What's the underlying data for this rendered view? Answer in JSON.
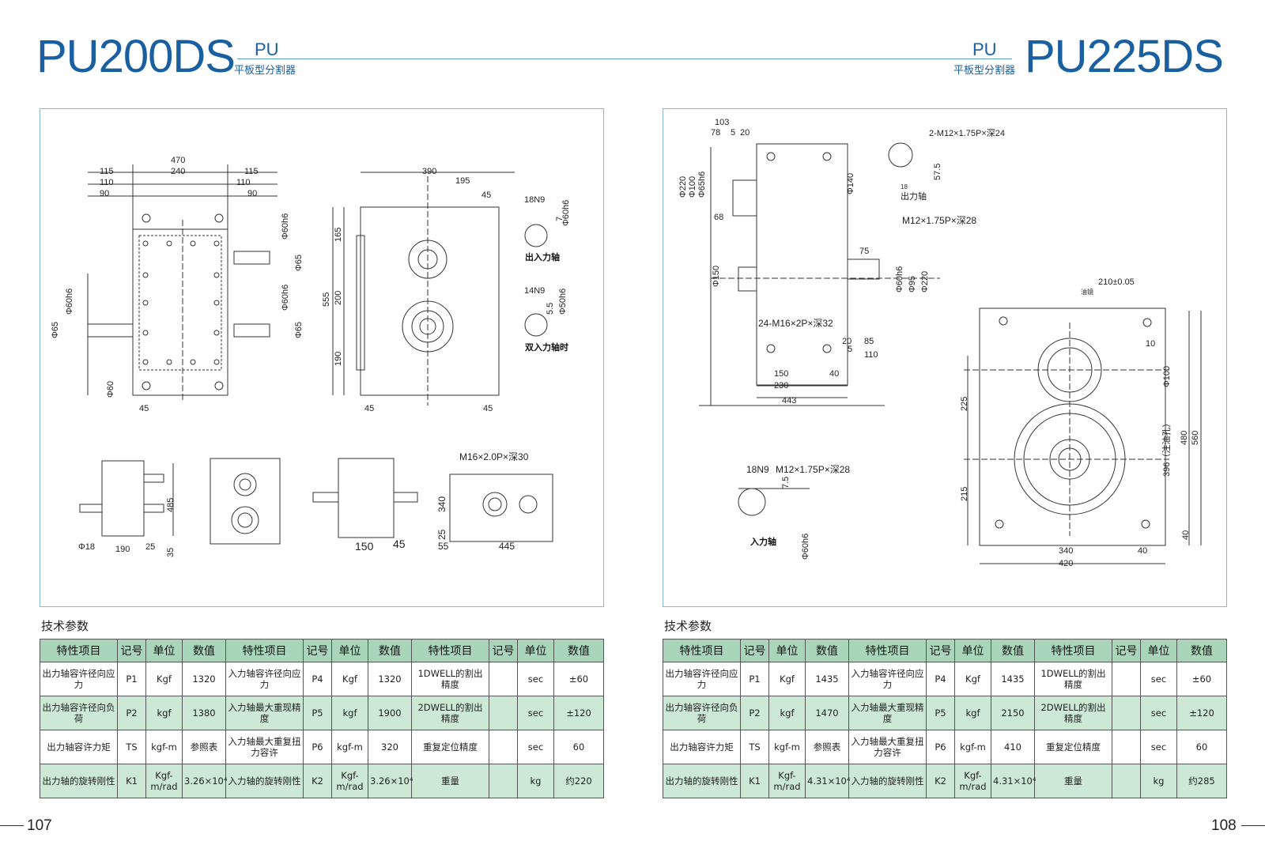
{
  "left": {
    "model": "PU200DS",
    "series": "PU",
    "series_desc": "平板型分割器",
    "section_title": "技术参数",
    "page_number": "107",
    "labels": {
      "out_shaft": "出入力轴",
      "dual_in_shaft": "双入力轴时",
      "tap_note": "M16×2.0P×深30"
    },
    "headers": [
      "特性项目",
      "记号",
      "单位",
      "数值",
      "特性项目",
      "记号",
      "单位",
      "数值",
      "特性项目",
      "记号",
      "单位",
      "数值"
    ],
    "rows": [
      [
        "出力轴容许径向应力",
        "P1",
        "Kgf",
        "1320",
        "入力轴容许径向应力",
        "P4",
        "Kgf",
        "1320",
        "1DWELL的割出精度",
        "",
        "sec",
        "±60"
      ],
      [
        "出力轴容许径向负荷",
        "P2",
        "kgf",
        "1380",
        "入力轴最大重现精度",
        "P5",
        "kgf",
        "1900",
        "2DWELL的割出精度",
        "",
        "sec",
        "±120"
      ],
      [
        "出力轴容许力矩",
        "TS",
        "kgf-m",
        "参照表",
        "入力轴最大重复扭力容许",
        "P6",
        "kgf-m",
        "320",
        "重复定位精度",
        "",
        "sec",
        "60"
      ],
      [
        "出力轴的旋转刚性",
        "K1",
        "Kgf-m/rad",
        "3.26×10⁴",
        "入力轴的旋转刚性",
        "K2",
        "Kgf-m/rad",
        "3.26×10⁴",
        "重量",
        "",
        "kg",
        "约220"
      ]
    ]
  },
  "right": {
    "model": "PU225DS",
    "series": "PU",
    "series_desc": "平板型分割器",
    "section_title": "技术参数",
    "page_number": "108",
    "labels": {
      "out_shaft": "出力轴",
      "in_shaft": "入力轴",
      "tap_top": "2-M12×1.75P×深24",
      "tap_mid": "M12×1.75P×深28",
      "tap_base": "24-M16×2P×深32",
      "tap_in": "M12×1.75P×深28",
      "oil": "油镜",
      "oil_hole": "396（注油孔）"
    },
    "headers": [
      "特性项目",
      "记号",
      "单位",
      "数值",
      "特性项目",
      "记号",
      "单位",
      "数值",
      "特性项目",
      "记号",
      "单位",
      "数值"
    ],
    "rows": [
      [
        "出力轴容许径向应力",
        "P1",
        "Kgf",
        "1435",
        "入力轴容许径向应力",
        "P4",
        "Kgf",
        "1435",
        "1DWELL的割出精度",
        "",
        "sec",
        "±60"
      ],
      [
        "出力轴容许径向负荷",
        "P2",
        "kgf",
        "1470",
        "入力轴最大重现精度",
        "P5",
        "kgf",
        "2150",
        "2DWELL的割出精度",
        "",
        "sec",
        "±120"
      ],
      [
        "出力轴容许力矩",
        "TS",
        "kgf-m",
        "参照表",
        "入力轴最大重复扭力容许",
        "P6",
        "kgf-m",
        "410",
        "重复定位精度",
        "",
        "sec",
        "60"
      ],
      [
        "出力轴的旋转刚性",
        "K1",
        "Kgf-m/rad",
        "4.31×10⁴",
        "入力轴的旋转刚性",
        "K2",
        "Kgf-m/rad",
        "4.31×10⁴",
        "重量",
        "",
        "kg",
        "约285"
      ]
    ]
  }
}
